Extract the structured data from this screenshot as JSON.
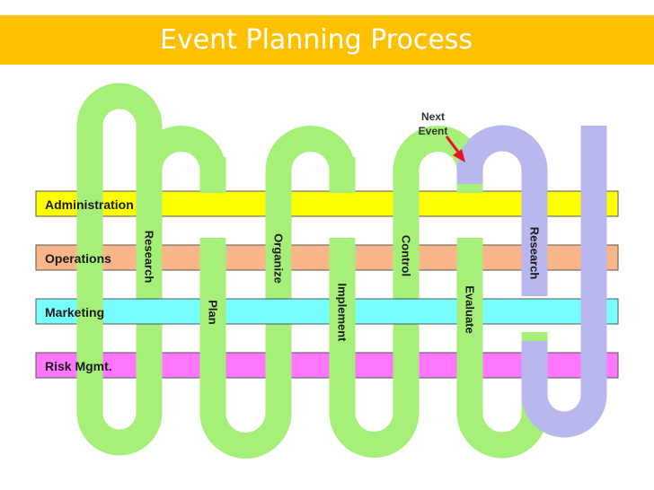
{
  "title": "Event Planning Process",
  "bands": [
    {
      "label": "Administration",
      "color": "#FFFF00"
    },
    {
      "label": "Operations",
      "color": "#FAB688"
    },
    {
      "label": "Marketing",
      "color": "#77FFFF"
    },
    {
      "label": "Risk Mgmt.",
      "color": "#FF77FF"
    }
  ],
  "stages": [
    "Research",
    "Plan",
    "Organize",
    "Implement",
    "Control",
    "Evaluate",
    "Research"
  ],
  "next_event": {
    "line1": "Next",
    "line2": "Event"
  },
  "colors": {
    "title_bar": "#FFC000",
    "title_text": "#FFFFFF",
    "path_primary": "#A6F07A",
    "path_next": "#B8B8EE",
    "arrow": "#E8102A"
  }
}
